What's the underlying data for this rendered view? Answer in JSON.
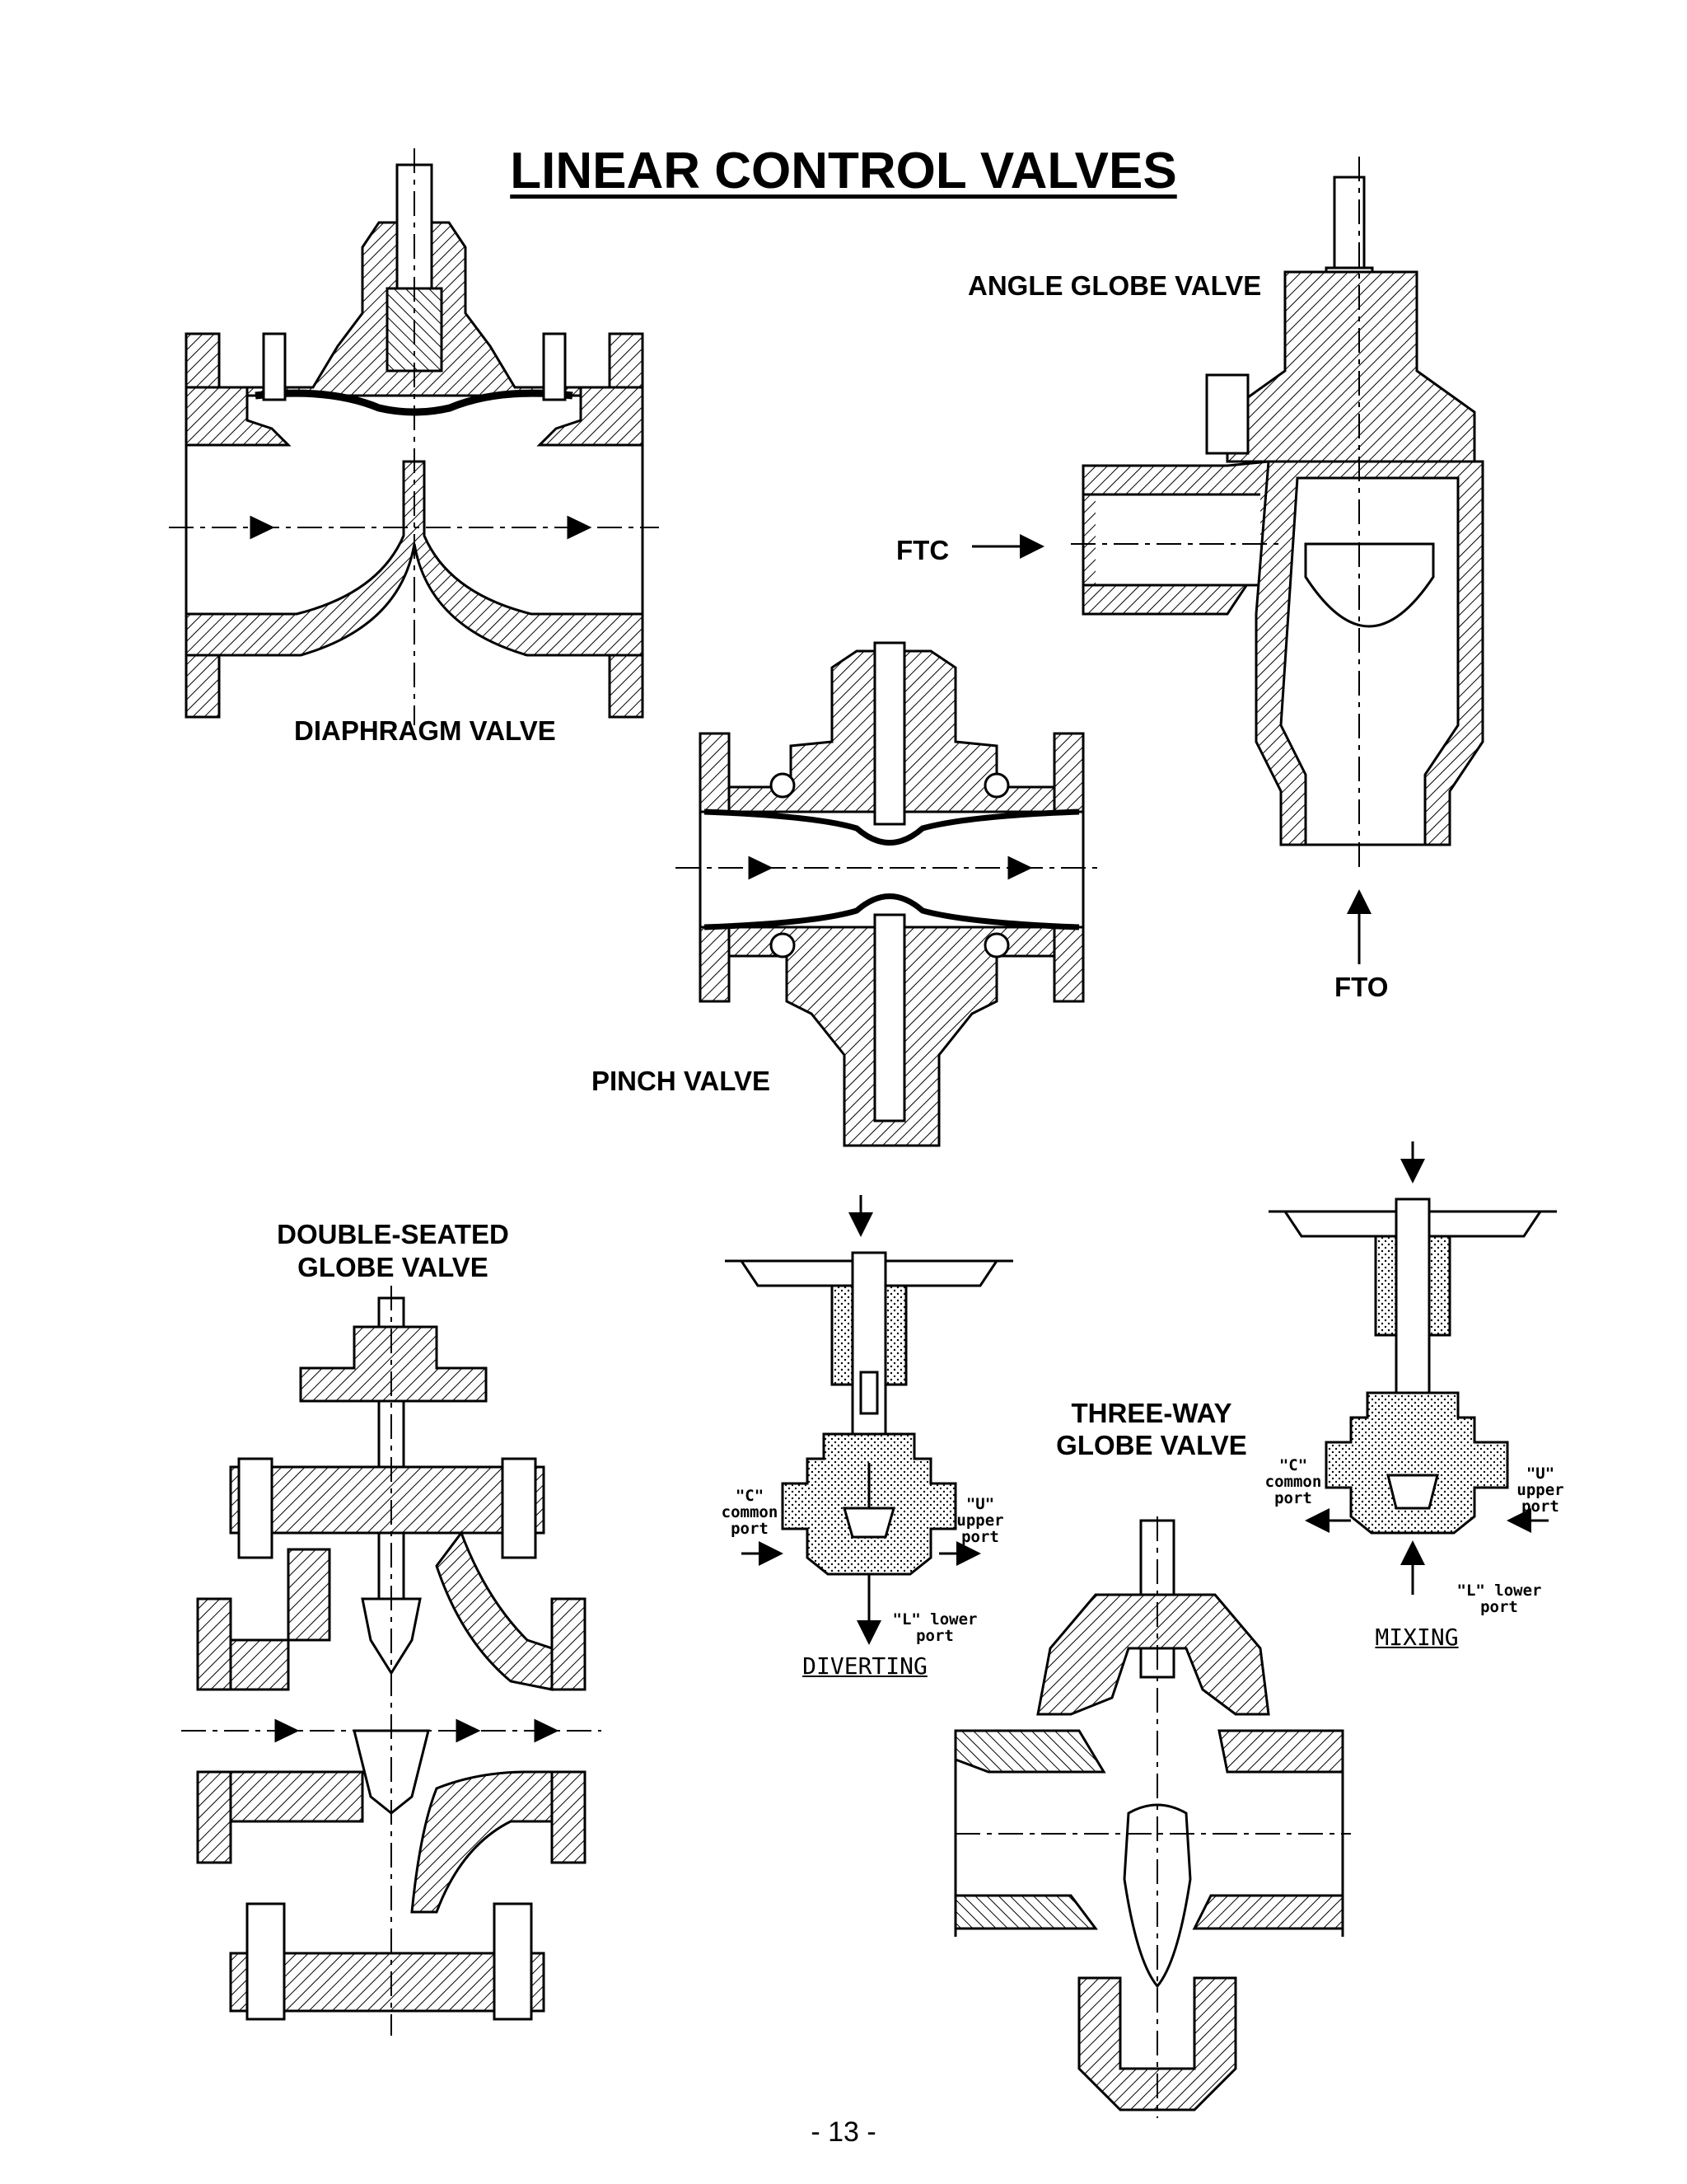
{
  "page_title": "LINEAR CONTROL VALVES",
  "valves": {
    "diaphragm": {
      "label": "DIAPHRAGM VALVE"
    },
    "angle_globe": {
      "label": "ANGLE GLOBE VALVE",
      "ftc_label": "FTC",
      "fto_label": "FTO"
    },
    "pinch": {
      "label": "PINCH VALVE"
    },
    "double_seated": {
      "label_line1": "DOUBLE-SEATED",
      "label_line2": "GLOBE VALVE"
    },
    "three_way": {
      "label_line1": "THREE-WAY",
      "label_line2": "GLOBE VALVE",
      "diverting": {
        "mode_label": "DIVERTING",
        "common_port": [
          "\"C\"",
          "common",
          "port"
        ],
        "upper_port": [
          "\"U\"",
          "upper",
          "port"
        ],
        "lower_port": [
          "\"L\" lower",
          "port"
        ]
      },
      "mixing": {
        "mode_label": "MIXING",
        "common_port": [
          "\"C\"",
          "common",
          "port"
        ],
        "upper_port": [
          "\"U\"",
          "upper",
          "port"
        ],
        "lower_port": [
          "\"L\" lower",
          "port"
        ]
      }
    }
  },
  "page_number": "- 13 -"
}
